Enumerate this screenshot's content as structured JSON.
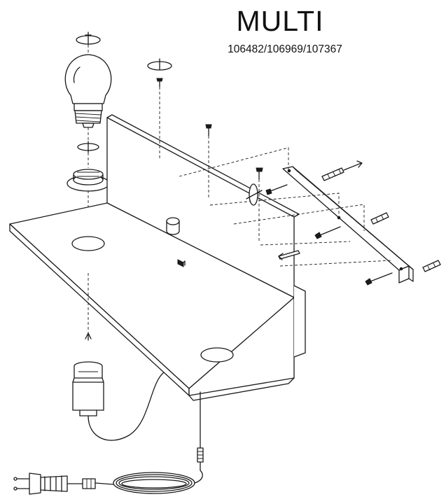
{
  "title": "MULTI",
  "product_codes": "106482/106969/107367",
  "colors": {
    "line": "#1a1a1a",
    "background": "#ffffff"
  },
  "parts": [
    "bulb",
    "retaining-ring",
    "lamp-holder-nut",
    "wall-shelf",
    "mounting-bracket",
    "wall-plug",
    "screw",
    "cable",
    "socket",
    "plug"
  ]
}
